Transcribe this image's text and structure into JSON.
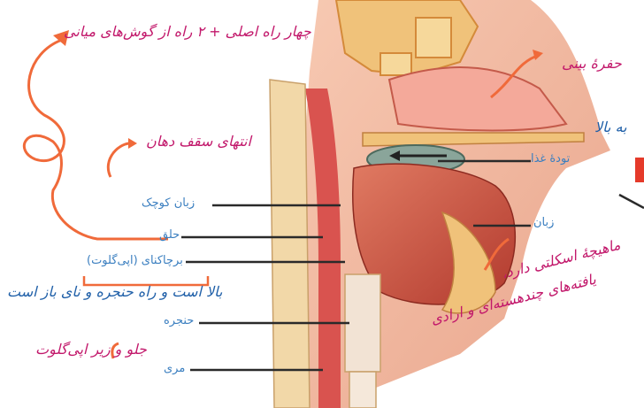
{
  "labels": {
    "food_bolus": "تودهٔ غذا",
    "tongue": "زبان",
    "uvula": "زبان کوچک",
    "pharynx": "حلق",
    "epiglottis": "برچاکنای (اپی‌گلوت)",
    "larynx": "حنجره",
    "esophagus": "مری"
  },
  "notes": {
    "four_ways": "چهار راه اصلی + ۲ راه از گوش‌های میانی",
    "nasal_cavity": "حفرهٔ بینی",
    "soft_palate_end": "انتهای سقف دهان",
    "upward": "به بالا",
    "epiglottis_open": "بالا است و راه حنجره و نای باز است",
    "front_below": "جلو و زیر اپی‌گلوت",
    "tongue_note_1": "ماهیچهٔ اسکلتی دارد،",
    "tongue_note_2": "یافته‌های چندهسته‌ای و ارادی"
  },
  "colors": {
    "label_blue": "#3b7fc0",
    "annotation_pink": "#c2186b",
    "annotation_blue": "#1f5fa8",
    "arrow_orange": "#f06a3a",
    "tissue_red": "#d9534f",
    "muscle": "#c94a3c",
    "bone": "#f0c27a",
    "food": "#8aa59a"
  }
}
